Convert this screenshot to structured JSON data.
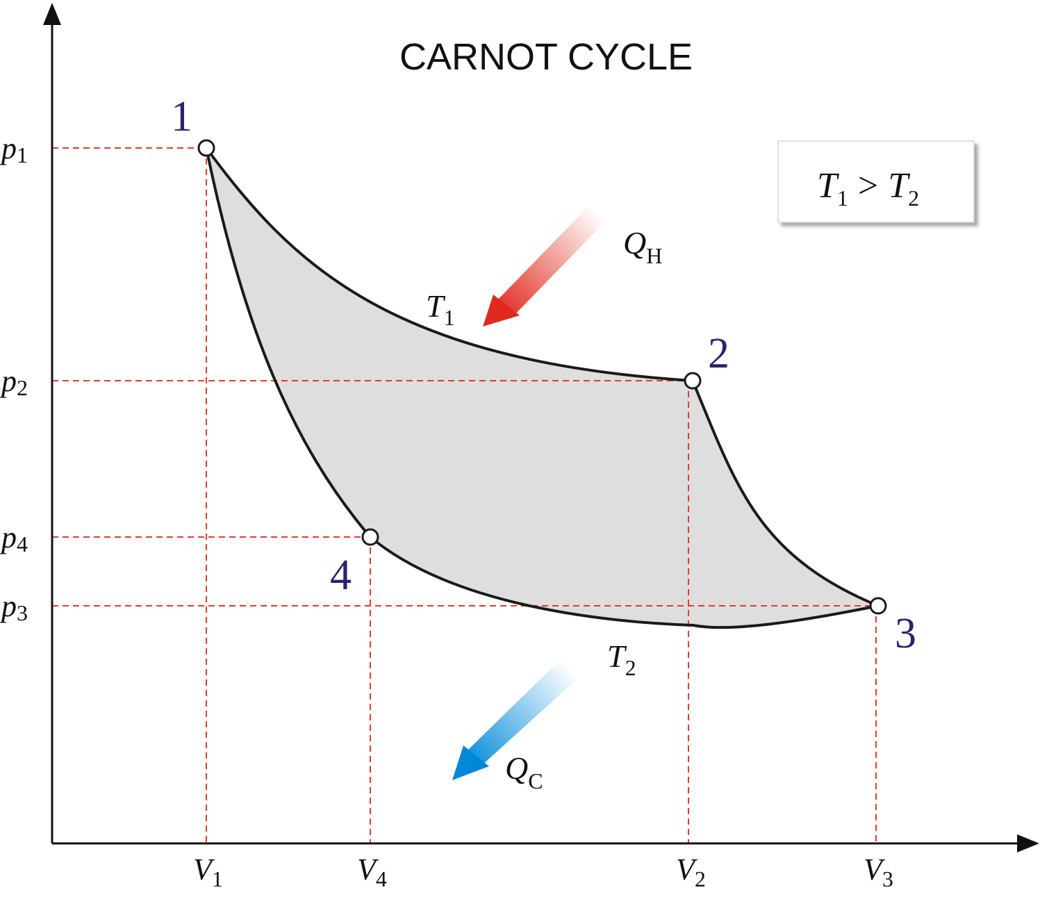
{
  "title": "CARNOT CYCLE",
  "pressure_labels": [
    {
      "symbol": "p",
      "sub": "1"
    },
    {
      "symbol": "p",
      "sub": "2"
    },
    {
      "symbol": "p",
      "sub": "4"
    },
    {
      "symbol": "p",
      "sub": "3"
    }
  ],
  "volume_labels": [
    {
      "symbol": "V",
      "sub": "1"
    },
    {
      "symbol": "V",
      "sub": "4"
    },
    {
      "symbol": "V",
      "sub": "2"
    },
    {
      "symbol": "V",
      "sub": "3"
    }
  ],
  "points": [
    "1",
    "2",
    "3",
    "4"
  ],
  "isotherms": [
    {
      "symbol": "T",
      "sub": "1"
    },
    {
      "symbol": "T",
      "sub": "2"
    }
  ],
  "heat": {
    "hot": {
      "symbol": "Q",
      "sub": "H"
    },
    "cold": {
      "symbol": "Q",
      "sub": "C"
    }
  },
  "condition": {
    "left": "T",
    "left_sub": "1",
    "op": ">",
    "right": "T",
    "right_sub": "2"
  },
  "colors": {
    "guide_lines": "#e03a2f",
    "cycle_fill": "#dedede",
    "point_labels": "#2b2270",
    "hot_arrow": "#e02a1e",
    "cold_arrow": "#0088d8"
  }
}
